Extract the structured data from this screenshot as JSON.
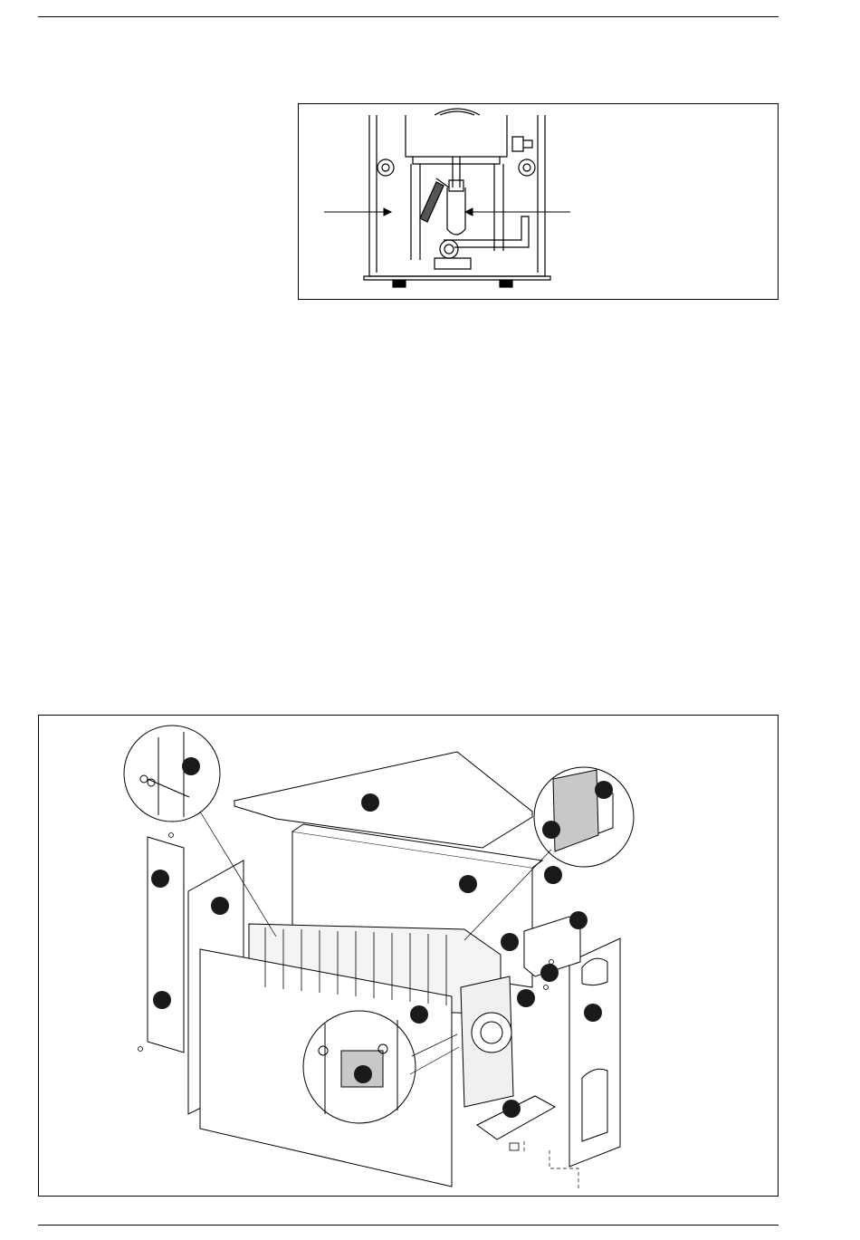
{
  "figure_1": {
    "description_icon": "boiler-siphon-detail-illustration",
    "callout_count": 2
  },
  "figure_2": {
    "description_icon": "boiler-exploded-view-illustration",
    "callout_markers": 16
  },
  "colors": {
    "line": "#000000",
    "panel": "#ffffff",
    "shade": "#bdbdbd",
    "marker": "#1a1a1a"
  }
}
